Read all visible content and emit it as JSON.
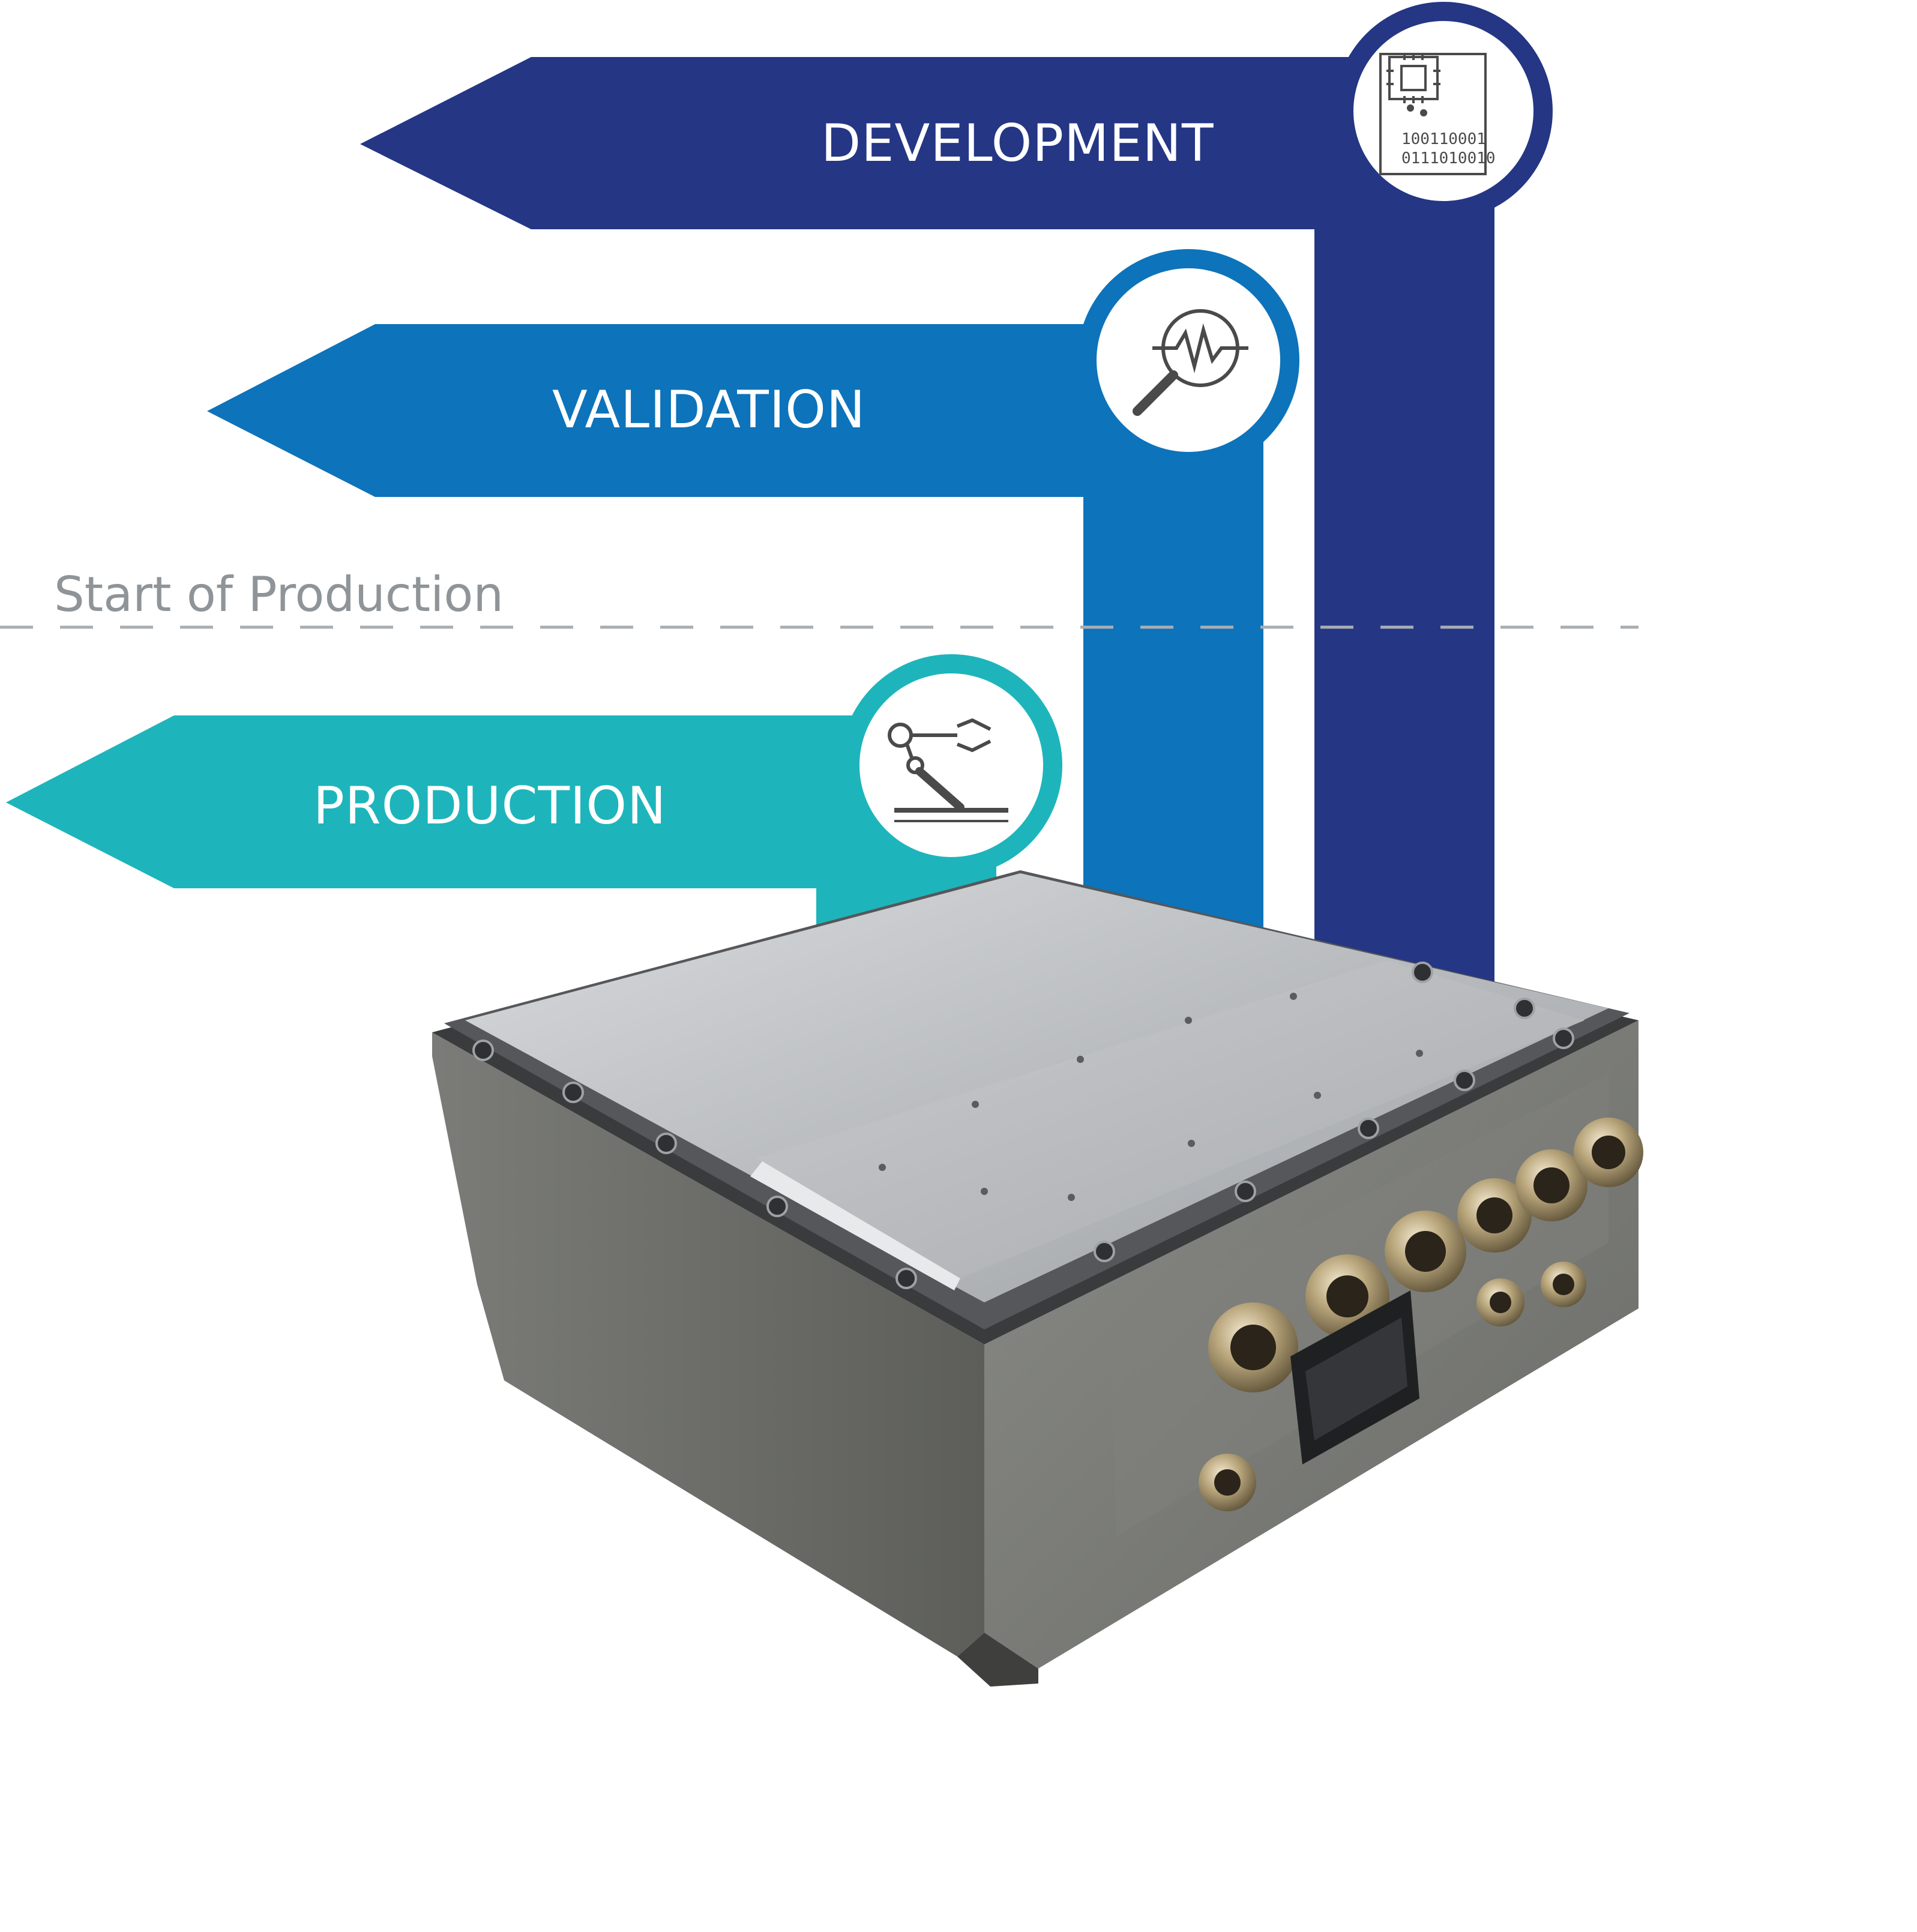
{
  "diagram": {
    "milestone": {
      "label": "Start of Production",
      "line_color": "#a9aeb2",
      "text_color": "#8f9498"
    },
    "stages": [
      {
        "id": "development",
        "label": "DEVELOPMENT",
        "color": "#243684",
        "icon": "chip-binary-icon",
        "icon_text": [
          "100110001",
          "0111010010"
        ]
      },
      {
        "id": "validation",
        "label": "VALIDATION",
        "color": "#0d73ba",
        "icon": "magnifier-waveform-icon"
      },
      {
        "id": "production",
        "label": "PRODUCTION",
        "color": "#1db5bb",
        "icon": "robot-arm-icon"
      }
    ],
    "product_image": "power-electronics-unit"
  }
}
